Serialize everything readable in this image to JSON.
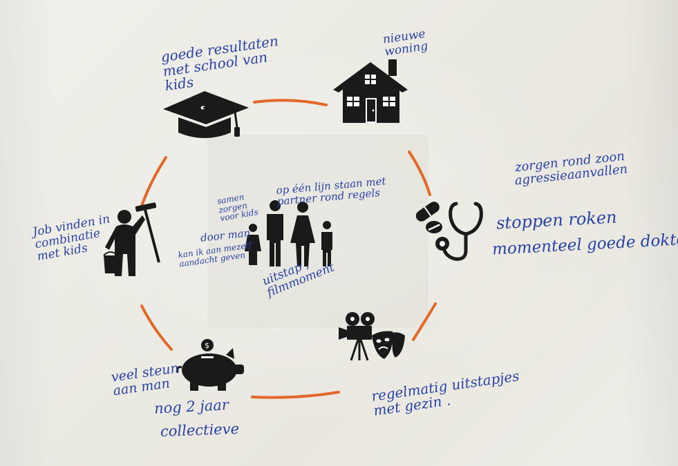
{
  "notes": {
    "school": "goede resultaten met school van kids",
    "house": "nieuwe woning",
    "health_worries": "zorgen rond zoon agressieaanvallen",
    "health_stop": "stoppen roken",
    "health_doctor": "momenteel goede dokter",
    "outings": "regelmatig uitstapjes met gezin .",
    "money_support": "veel steun aan man",
    "money_years": "nog 2 jaar",
    "money_collective": "collectieve",
    "job": "Job vinden in combinatie met kids",
    "family_together": "samen zorgen voor kids",
    "family_line": "op één lijn staan met partner rond regels",
    "family_husband": "door man",
    "family_self": "kan ik aan mezelf aandacht geven .",
    "family_outing": "uitstap , filmmoment"
  },
  "colors": {
    "circle": "#e0692a",
    "ink": "#2743a8",
    "icon": "#1a1a1a",
    "paper": "#eeede6"
  },
  "icons": [
    "graduation-cap-icon",
    "house-icon",
    "pills-stethoscope-icon",
    "film-theater-icon",
    "piggy-bank-icon",
    "painter-worker-icon",
    "family-icon"
  ]
}
